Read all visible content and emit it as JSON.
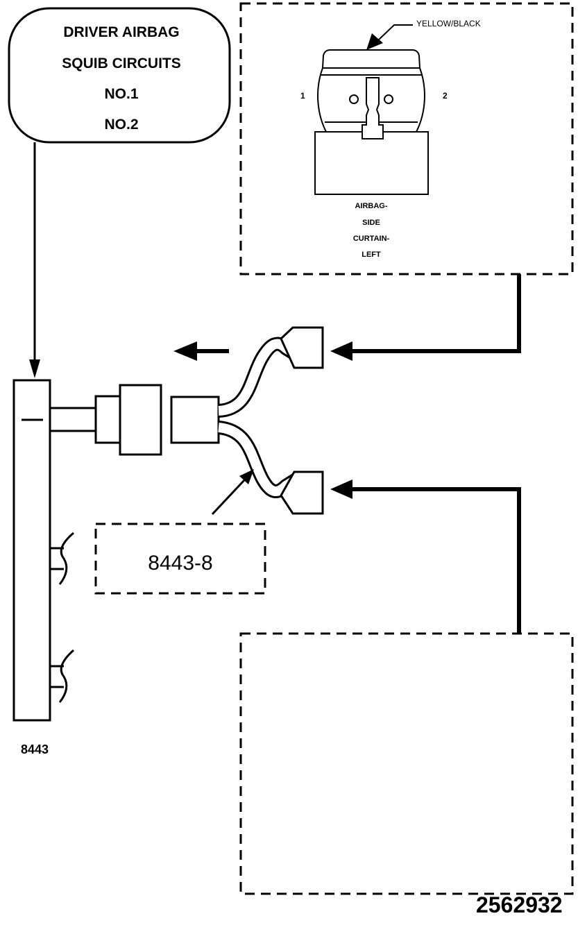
{
  "callout": {
    "lines": [
      "DRIVER AIRBAG",
      "SQUIB CIRCUITS",
      "NO.1",
      "NO.2"
    ]
  },
  "connector_view": {
    "wire_color": "YELLOW/BLACK",
    "pin_left": "1",
    "pin_right": "2",
    "component_lines": [
      "AIRBAG-",
      "SIDE",
      "CURTAIN-",
      "LEFT"
    ]
  },
  "tool_label": "8443-8",
  "module_label": "8443",
  "figure_number": "2562932"
}
